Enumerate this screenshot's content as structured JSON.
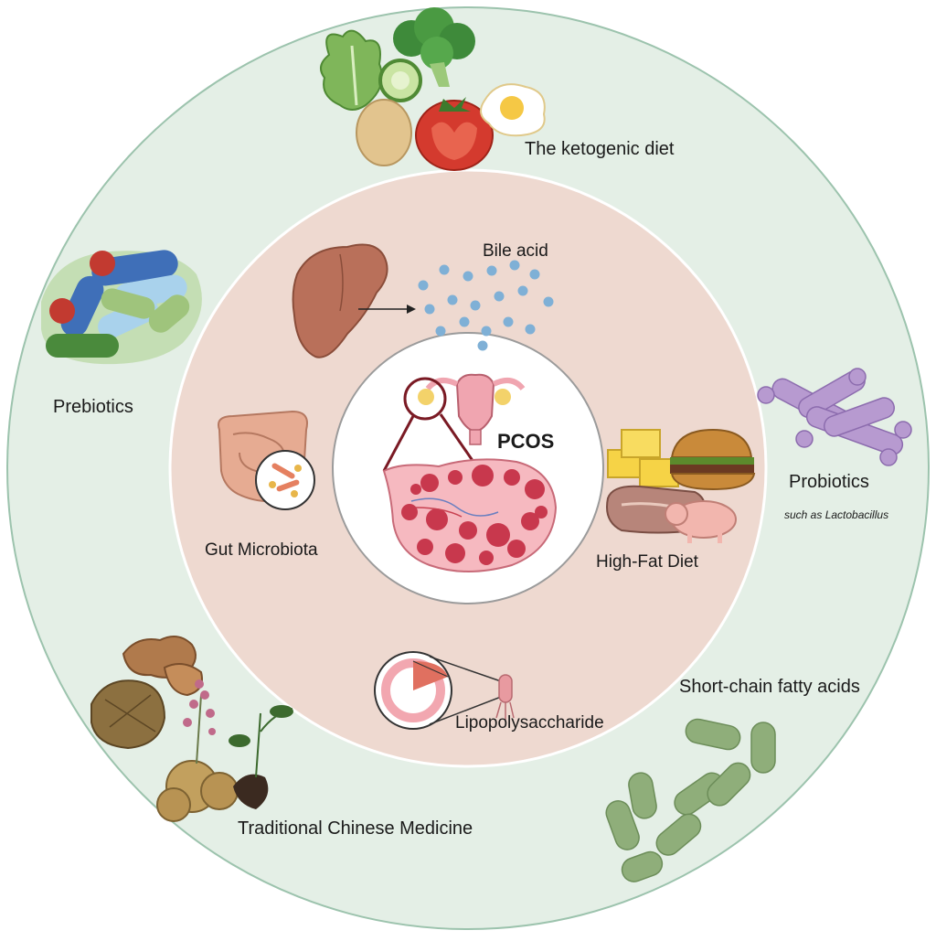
{
  "center": {
    "title": "PCOS"
  },
  "inner_ring": {
    "bile_acid": "Bile acid",
    "gut_microbiota": "Gut Microbiota",
    "high_fat_diet": "High-Fat Diet",
    "lipopolysaccharide": "Lipopolysaccharide"
  },
  "outer_ring": {
    "ketogenic_diet": "The ketogenic diet",
    "prebiotics": "Prebiotics",
    "probiotics": "Probiotics",
    "probiotics_example": "such as Lactobacillus",
    "scfa": "Short-chain fatty acids",
    "tcm": "Traditional Chinese Medicine"
  },
  "colors": {
    "outer_ring": "#e4efe6",
    "inner_ring": "#eed9d0",
    "center": "#ffffff",
    "ring_stroke": "#8fb8a0",
    "ovary": "#f0a5b0",
    "follicle": "#c8384d",
    "liver": "#b9705a",
    "bile_dot": "#7fb0d6",
    "bacteria_green": "#8fae7a",
    "probiotic_purple": "#b79ad0"
  }
}
